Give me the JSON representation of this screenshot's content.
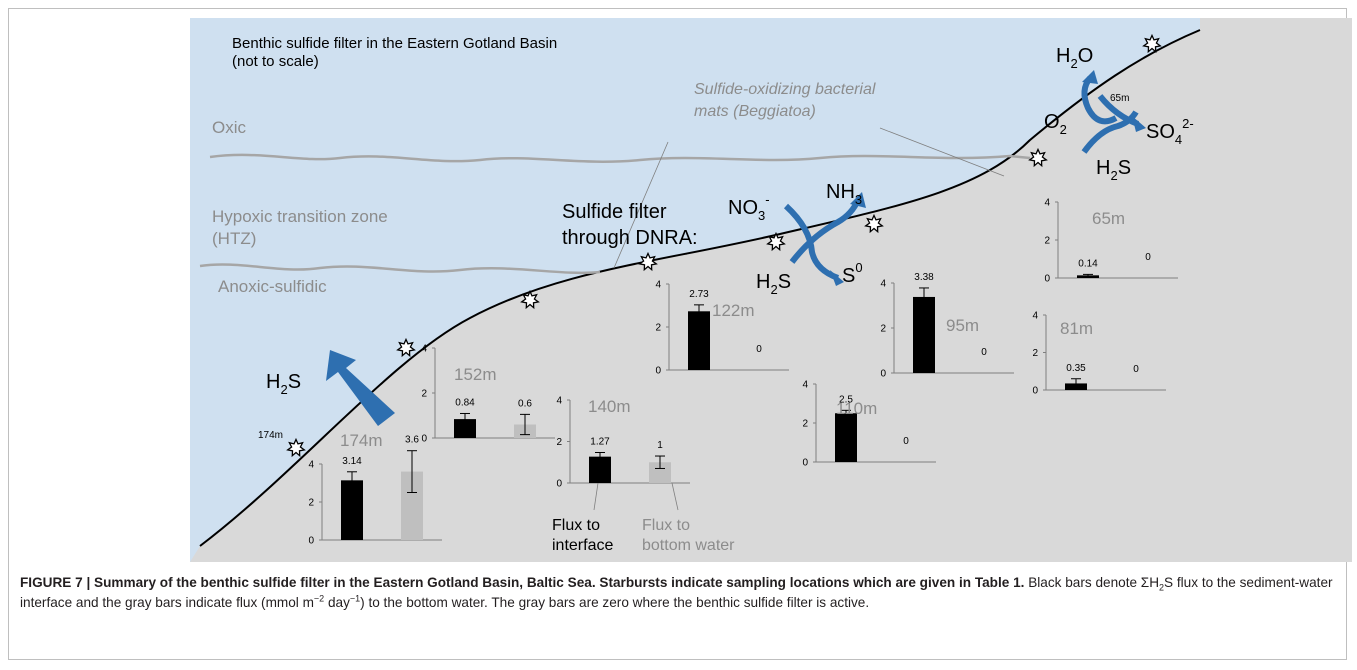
{
  "diagram": {
    "title_line1": "Benthic sulfide filter in the Eastern Gotland Basin",
    "title_line2": "(not to scale)",
    "zones": {
      "oxic": "Oxic",
      "htz_line1": "Hypoxic transition zone",
      "htz_line2": "(HTZ)",
      "anoxic": "Anoxic-sulfidic"
    },
    "mats_line1": "Sulfide-oxidizing bacterial",
    "mats_line2": "mats (Beggiatoa)",
    "dnra_line1": "Sulfide filter",
    "dnra_line2": "through DNRA:",
    "dnra_cycle": {
      "no3": "NO",
      "no3_sub": "3",
      "no3_sup": "-",
      "nh3": "NH",
      "nh3_sub": "3",
      "h2s_left": "H",
      "h2s_sub": "2",
      "h2s_right": "S",
      "s0": "S",
      "s0_sup": "0"
    },
    "oxic_cycle": {
      "h2o_left": "H",
      "h2o_sub": "2",
      "h2o_right": "O",
      "o2": "O",
      "o2_sub": "2",
      "so4": "SO",
      "so4_sub": "4",
      "so4_sup": "2-",
      "h2s_left": "H",
      "h2s_sub": "2",
      "h2s_right": "S"
    },
    "efflux": {
      "left": "H",
      "sub": "2",
      "right": "S"
    },
    "depth_175": "174m",
    "depth_65": "65m",
    "legend_black_line1": "Flux to",
    "legend_black_line2": "interface",
    "legend_gray_line1": "Flux to",
    "legend_gray_line2": "bottom water",
    "colors": {
      "water": "#cfe0f0",
      "sediment": "#d9d9d9",
      "bar_black": "#000000",
      "bar_gray": "#bfbfbf",
      "arrow": "#2e6fb0",
      "zone_line": "#a6a6a6",
      "label_gray": "#8c8c8c"
    }
  },
  "chart_data": [
    {
      "type": "bar",
      "title": "174m",
      "categories": [
        "Flux to interface",
        "Flux to bottom water"
      ],
      "values": [
        3.14,
        3.6
      ],
      "value_labels": [
        "3.14",
        "3.6"
      ],
      "error": [
        0.45,
        1.1
      ],
      "ylim": [
        0,
        4
      ],
      "yticks": [
        "0",
        "2",
        "4"
      ]
    },
    {
      "type": "bar",
      "title": "152m",
      "categories": [
        "Flux to interface",
        "Flux to bottom water"
      ],
      "values": [
        0.84,
        0.6
      ],
      "value_labels": [
        "0.84",
        "0.6"
      ],
      "error": [
        0.25,
        0.45
      ],
      "ylim": [
        0,
        4
      ],
      "yticks": [
        "0",
        "2",
        "4"
      ]
    },
    {
      "type": "bar",
      "title": "140m",
      "categories": [
        "Flux to interface",
        "Flux to bottom water"
      ],
      "values": [
        1.27,
        1.0
      ],
      "value_labels": [
        "1.27",
        "1"
      ],
      "error": [
        0.2,
        0.3
      ],
      "ylim": [
        0,
        4
      ],
      "yticks": [
        "0",
        "2",
        "4"
      ]
    },
    {
      "type": "bar",
      "title": "122m",
      "categories": [
        "Flux to interface",
        "Flux to bottom water"
      ],
      "values": [
        2.73,
        0
      ],
      "value_labels": [
        "2.73",
        "0"
      ],
      "error": [
        0.3,
        0
      ],
      "ylim": [
        0,
        4
      ],
      "yticks": [
        "0",
        "2",
        "4"
      ]
    },
    {
      "type": "bar",
      "title": "110m",
      "categories": [
        "Flux to interface",
        "Flux to bottom water"
      ],
      "values": [
        2.5,
        0
      ],
      "value_labels": [
        "2.5",
        "0"
      ],
      "error": [
        0.15,
        0
      ],
      "ylim": [
        0,
        4
      ],
      "yticks": [
        "0",
        "2",
        "4"
      ]
    },
    {
      "type": "bar",
      "title": "95m",
      "categories": [
        "Flux to interface",
        "Flux to bottom water"
      ],
      "values": [
        3.38,
        0
      ],
      "value_labels": [
        "3.38",
        "0"
      ],
      "error": [
        0.4,
        0
      ],
      "ylim": [
        0,
        4
      ],
      "yticks": [
        "0",
        "2",
        "4"
      ]
    },
    {
      "type": "bar",
      "title": "81m",
      "categories": [
        "Flux to interface",
        "Flux to bottom water"
      ],
      "values": [
        0.35,
        0
      ],
      "value_labels": [
        "0.35",
        "0"
      ],
      "error": [
        0.25,
        0
      ],
      "ylim": [
        0,
        4
      ],
      "yticks": [
        "0",
        "2",
        "4"
      ]
    },
    {
      "type": "bar",
      "title": "65m",
      "categories": [
        "Flux to interface",
        "Flux to bottom water"
      ],
      "values": [
        0.14,
        0
      ],
      "value_labels": [
        "0.14",
        "0"
      ],
      "error": [
        0.05,
        0
      ],
      "ylim": [
        0,
        4
      ],
      "yticks": [
        "0",
        "2",
        "4"
      ]
    }
  ],
  "caption": {
    "bold_1": "FIGURE 7 | Summary of the benthic sulfide filter in the Eastern Gotland Basin, Baltic Sea. Starbursts indicate sampling locations which are given in",
    "bold_2": "Table 1.",
    "text_1": " Black bars denote ΣH",
    "sub_1": "2",
    "text_2": "S flux to the sediment-water interface and the gray bars indicate flux (mmol m",
    "sup_1": "−2",
    "text_3": " day",
    "sup_2": "−1",
    "text_4": ") to the bottom water. The gray bars are zero where the benthic sulfide filter is active."
  }
}
